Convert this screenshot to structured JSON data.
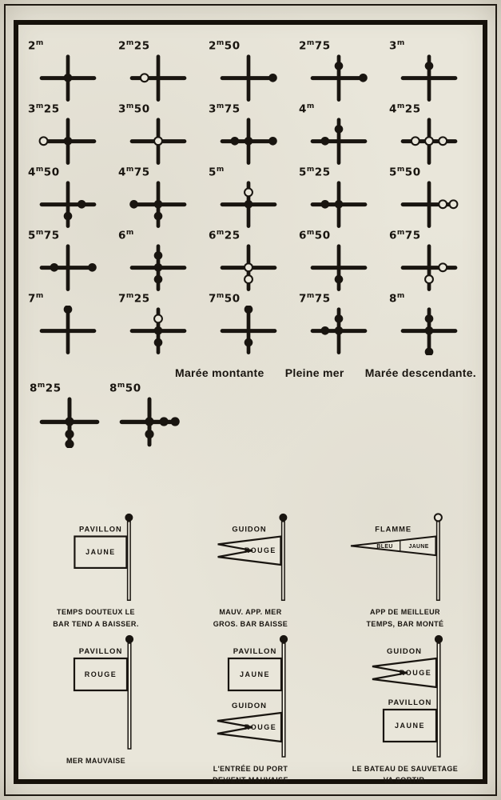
{
  "page": {
    "paper": "#e9e6da",
    "ink": "#191510"
  },
  "tide_signals": {
    "rows": [
      [
        {
          "label": "2m",
          "balls": [
            [
              "c",
              1
            ]
          ]
        },
        {
          "label": "2m25",
          "balls": [
            [
              "lm",
              0
            ]
          ]
        },
        {
          "label": "2m50",
          "balls": [
            [
              "re",
              1
            ]
          ]
        },
        {
          "label": "2m75",
          "balls": [
            [
              "tm",
              1
            ],
            [
              "re",
              1
            ]
          ]
        },
        {
          "label": "3m",
          "balls": [
            [
              "tm",
              1
            ]
          ]
        }
      ],
      [
        {
          "label": "3m25",
          "balls": [
            [
              "le",
              0
            ],
            [
              "c",
              1
            ]
          ]
        },
        {
          "label": "3m50",
          "balls": [
            [
              "c",
              0
            ]
          ]
        },
        {
          "label": "3m75",
          "balls": [
            [
              "lm",
              1
            ],
            [
              "c",
              1
            ],
            [
              "re",
              1
            ]
          ]
        },
        {
          "label": "4m",
          "balls": [
            [
              "lm",
              1
            ],
            [
              "tm",
              1
            ]
          ]
        },
        {
          "label": "4m25",
          "balls": [
            [
              "lm",
              0
            ],
            [
              "c",
              0
            ],
            [
              "rm",
              0
            ]
          ]
        }
      ],
      [
        {
          "label": "4m50",
          "balls": [
            [
              "rm",
              1
            ],
            [
              "bm",
              1
            ]
          ]
        },
        {
          "label": "4m75",
          "balls": [
            [
              "le",
              1
            ],
            [
              "c",
              1
            ],
            [
              "bm",
              1
            ]
          ]
        },
        {
          "label": "5m",
          "balls": [
            [
              "tm",
              0
            ],
            [
              "c",
              1
            ]
          ]
        },
        {
          "label": "5m25",
          "balls": [
            [
              "lm",
              1
            ],
            [
              "c",
              1
            ]
          ]
        },
        {
          "label": "5m50",
          "balls": [
            [
              "rm",
              0
            ],
            [
              "re",
              0
            ]
          ]
        }
      ],
      [
        {
          "label": "5m75",
          "balls": [
            [
              "lm",
              1
            ],
            [
              "re",
              1
            ]
          ]
        },
        {
          "label": "6m",
          "balls": [
            [
              "tm",
              1
            ],
            [
              "c",
              1
            ],
            [
              "bm",
              1
            ]
          ]
        },
        {
          "label": "6m25",
          "balls": [
            [
              "c",
              0
            ],
            [
              "bm",
              0
            ]
          ]
        },
        {
          "label": "6m50",
          "balls": [
            [
              "bm",
              1
            ]
          ]
        },
        {
          "label": "6m75",
          "balls": [
            [
              "rm",
              0
            ],
            [
              "bm",
              0
            ]
          ]
        }
      ],
      [
        {
          "label": "7m",
          "balls": [
            [
              "te",
              1
            ]
          ]
        },
        {
          "label": "7m25",
          "balls": [
            [
              "tm",
              0
            ],
            [
              "c",
              1
            ],
            [
              "bm",
              1
            ]
          ]
        },
        {
          "label": "7m50",
          "balls": [
            [
              "te",
              1
            ],
            [
              "bm",
              1
            ]
          ]
        },
        {
          "label": "7m75",
          "balls": [
            [
              "lm",
              1
            ],
            [
              "tm",
              1
            ],
            [
              "c",
              1
            ]
          ]
        },
        {
          "label": "8m",
          "balls": [
            [
              "tm",
              1
            ],
            [
              "c",
              1
            ],
            [
              "be",
              1
            ]
          ]
        }
      ]
    ],
    "extra": [
      {
        "label": "8m25",
        "balls": [
          [
            "c",
            1
          ],
          [
            "bm",
            1
          ],
          [
            "be",
            1
          ]
        ]
      },
      {
        "label": "8m50",
        "balls": [
          [
            "c",
            1
          ],
          [
            "rm",
            1
          ],
          [
            "re",
            1
          ],
          [
            "bm",
            1
          ]
        ]
      }
    ]
  },
  "tide_states": [
    {
      "caption": "Marée montante",
      "pennant": "top"
    },
    {
      "caption": "Pleine mer",
      "pennant": "none"
    },
    {
      "caption": "Marée descendante.",
      "pennant": "bottom"
    }
  ],
  "weather_signals": [
    {
      "hoists": [
        {
          "kind": "pavillon",
          "kind_label": "PAVILLON",
          "labels": [
            "JAUNE"
          ]
        }
      ],
      "caption": [
        "TEMPS DOUTEUX LE",
        "BAR TEND A BAISSER."
      ]
    },
    {
      "hoists": [
        {
          "kind": "guidon",
          "kind_label": "GUIDON",
          "labels": [
            "ROUGE"
          ]
        }
      ],
      "caption": [
        "MAUV. APP. MER",
        "GROS. BAR BAISSE"
      ]
    },
    {
      "hoists": [
        {
          "kind": "flamme",
          "kind_label": "FLAMME",
          "labels": [
            "BLEU",
            "JAUNE"
          ]
        }
      ],
      "caption": [
        "APP DE MEILLEUR",
        "TEMPS, BAR MONTÉ"
      ]
    },
    {
      "hoists": [
        {
          "kind": "pavillon",
          "kind_label": "PAVILLON",
          "labels": [
            "ROUGE"
          ]
        }
      ],
      "caption": [
        "MER MAUVAISE"
      ]
    },
    {
      "hoists": [
        {
          "kind": "pavillon",
          "kind_label": "PAVILLON",
          "labels": [
            "JAUNE"
          ]
        },
        {
          "kind": "guidon",
          "kind_label": "GUIDON",
          "labels": [
            "ROUGE"
          ]
        }
      ],
      "caption": [
        "L'ENTRÉE DU PORT",
        "DEVIENT MAUVAISE"
      ]
    },
    {
      "hoists": [
        {
          "kind": "guidon",
          "kind_label": "GUIDON",
          "labels": [
            "ROUGE"
          ]
        },
        {
          "kind": "pavillon",
          "kind_label": "PAVILLON",
          "labels": [
            "JAUNE"
          ]
        }
      ],
      "caption": [
        "LE BATEAU DE SAUVETAGE",
        "VA SORTIR."
      ]
    }
  ]
}
